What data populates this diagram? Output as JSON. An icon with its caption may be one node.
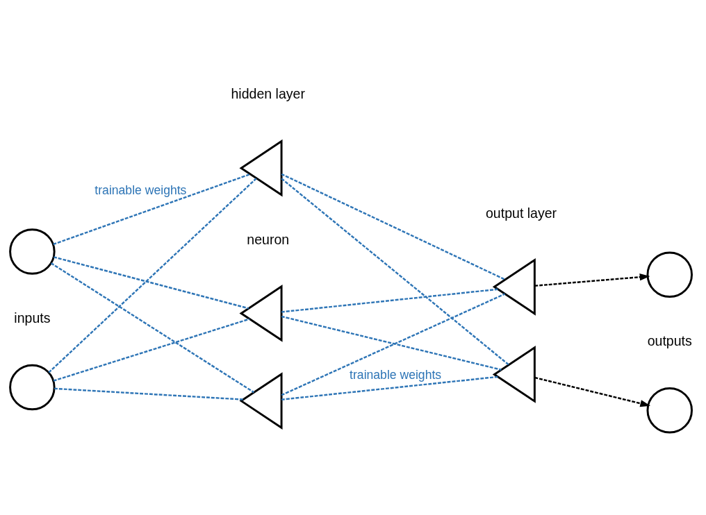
{
  "diagram": {
    "nodes": [
      {
        "text": [],
        "shape": "circle"
      },
      {
        "text": [],
        "shape": "circle"
      },
      {
        "text": [],
        "shape": "triangle"
      },
      {
        "text": [],
        "shape": "triangle"
      },
      {
        "text": [],
        "shape": "triangle"
      },
      {
        "text": [],
        "shape": "triangle"
      },
      {
        "text": [],
        "shape": "triangle"
      },
      {
        "text": [],
        "shape": "circle"
      },
      {
        "text": [],
        "shape": "circle"
      }
    ],
    "edges": [
      {
        "from": 0,
        "to": 2,
        "arrow": "none",
        "style": "dashed",
        "label": "trainable weights"
      },
      {
        "from": 0,
        "to": 3,
        "arrow": "none",
        "style": "dashed"
      },
      {
        "from": 0,
        "to": 4,
        "arrow": "none",
        "style": "dashed"
      },
      {
        "from": 1,
        "to": 2,
        "arrow": "none",
        "style": "dashed"
      },
      {
        "from": 1,
        "to": 3,
        "arrow": "none",
        "style": "dashed"
      },
      {
        "from": 1,
        "to": 4,
        "arrow": "none",
        "style": "dashed"
      },
      {
        "from": 2,
        "to": 5,
        "arrow": "none",
        "style": "dashed"
      },
      {
        "from": 2,
        "to": 6,
        "arrow": "none",
        "style": "dashed"
      },
      {
        "from": 3,
        "to": 5,
        "arrow": "none",
        "style": "dashed"
      },
      {
        "from": 3,
        "to": 6,
        "arrow": "none",
        "style": "dashed"
      },
      {
        "from": 4,
        "to": 5,
        "arrow": "none",
        "style": "dashed"
      },
      {
        "from": 4,
        "to": 6,
        "arrow": "none",
        "style": "dashed",
        "label": "trainable weights"
      },
      {
        "from": 5,
        "to": 7,
        "arrow": "to",
        "style": "dashed",
        "color": "#000000"
      },
      {
        "from": 6,
        "to": 8,
        "arrow": "to",
        "style": "dashed",
        "color": "#000000"
      }
    ],
    "labels": [
      "hidden layer",
      "output layer",
      "neuron",
      "inputs",
      "outputs"
    ]
  }
}
